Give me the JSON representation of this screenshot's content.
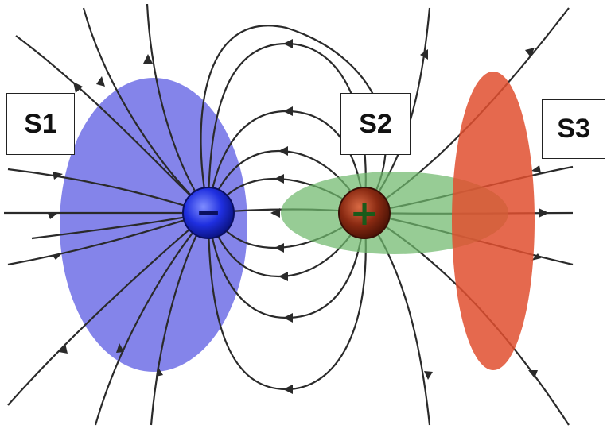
{
  "labels": {
    "s1": "S1",
    "s2": "S2",
    "s3": "S3"
  },
  "charges": {
    "negative": {
      "sign": "−",
      "color": "#1f2fe0"
    },
    "positive": {
      "sign": "+",
      "color": "#8a2a12"
    }
  },
  "surfaces": {
    "s1": {
      "color": "#7a7ae6"
    },
    "s2": {
      "color": "#7cc07a"
    },
    "s3": {
      "color": "#e2573a"
    }
  },
  "field_line_color": "#2a2a2a"
}
